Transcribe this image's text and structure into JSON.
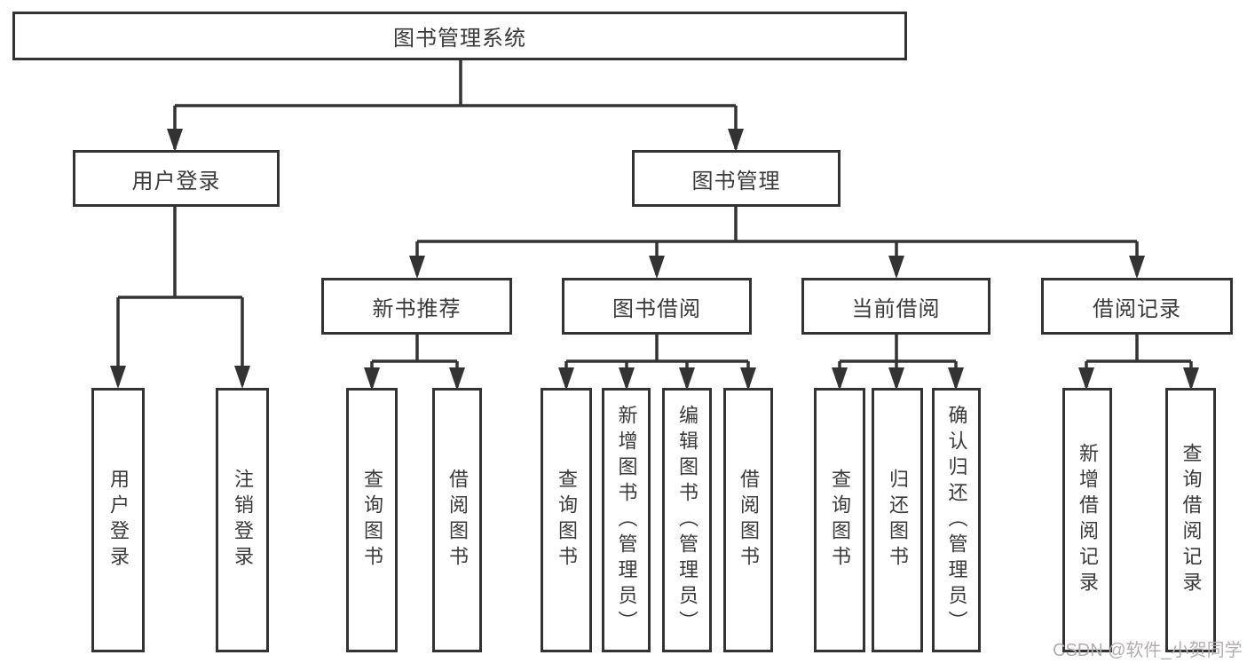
{
  "nodes": {
    "root": {
      "label": "图书管理系统"
    },
    "user_login": {
      "label": "用户登录"
    },
    "book_mgmt": {
      "label": "图书管理"
    },
    "new_book": {
      "label": "新书推荐"
    },
    "book_borrow": {
      "label": "图书借阅"
    },
    "current_borrow": {
      "label": "当前借阅"
    },
    "borrow_records": {
      "label": "借阅记录"
    },
    "leaf_user_login": {
      "label": "用户登录"
    },
    "leaf_logout": {
      "label": "注销登录"
    },
    "leaf_query_books_recommend": {
      "label": "查询图书"
    },
    "leaf_borrow_books_recommend": {
      "label": "借阅图书"
    },
    "leaf_query_books_borrow": {
      "label": "查询图书"
    },
    "leaf_add_book_admin": {
      "label": "新增图书（管理员）"
    },
    "leaf_edit_book_admin": {
      "label": "编辑图书（管理员）"
    },
    "leaf_borrow_books_borrow": {
      "label": "借阅图书"
    },
    "leaf_query_books_current": {
      "label": "查询图书"
    },
    "leaf_return_book": {
      "label": "归还图书"
    },
    "leaf_confirm_return_admin": {
      "label": "确认归还（管理员）"
    },
    "leaf_add_borrow_record": {
      "label": "新增借阅记录"
    },
    "leaf_query_borrow_record": {
      "label": "查询借阅记录"
    }
  },
  "hierarchy": [
    [
      "root",
      "user_login"
    ],
    [
      "root",
      "book_mgmt"
    ],
    [
      "user_login",
      "leaf_user_login"
    ],
    [
      "user_login",
      "leaf_logout"
    ],
    [
      "book_mgmt",
      "new_book"
    ],
    [
      "book_mgmt",
      "book_borrow"
    ],
    [
      "book_mgmt",
      "current_borrow"
    ],
    [
      "book_mgmt",
      "borrow_records"
    ],
    [
      "new_book",
      "leaf_query_books_recommend"
    ],
    [
      "new_book",
      "leaf_borrow_books_recommend"
    ],
    [
      "book_borrow",
      "leaf_query_books_borrow"
    ],
    [
      "book_borrow",
      "leaf_add_book_admin"
    ],
    [
      "book_borrow",
      "leaf_edit_book_admin"
    ],
    [
      "book_borrow",
      "leaf_borrow_books_borrow"
    ],
    [
      "current_borrow",
      "leaf_query_books_current"
    ],
    [
      "current_borrow",
      "leaf_return_book"
    ],
    [
      "current_borrow",
      "leaf_confirm_return_admin"
    ],
    [
      "borrow_records",
      "leaf_add_borrow_record"
    ],
    [
      "borrow_records",
      "leaf_query_borrow_record"
    ]
  ],
  "watermark": {
    "text": "CSDN @软件_小贺同学"
  },
  "colors": {
    "line": "#333333",
    "box_border": "#333333",
    "text": "#3a3a3a",
    "watermark": "#b3aeae",
    "background": "#ffffff"
  }
}
